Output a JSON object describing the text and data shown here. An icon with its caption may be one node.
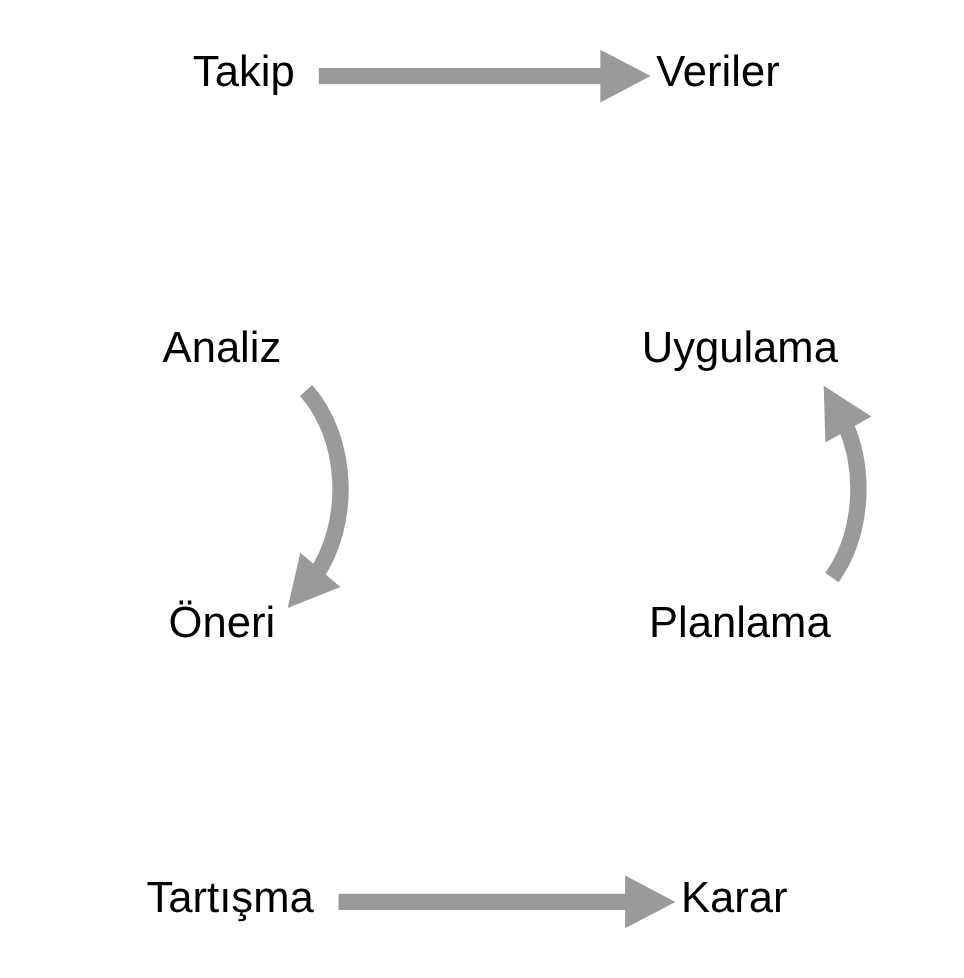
{
  "diagram": {
    "nodes": [
      {
        "text": [
          "Takip"
        ]
      },
      {
        "text": [
          "Veriler"
        ]
      },
      {
        "text": [
          "Uygulama"
        ]
      },
      {
        "text": [
          "Analiz"
        ]
      },
      {
        "text": [
          "Planlama"
        ]
      },
      {
        "text": [
          "Öneri"
        ]
      },
      {
        "text": [
          "Karar"
        ]
      },
      {
        "text": [
          "Tartışma"
        ]
      }
    ],
    "edges": [
      {
        "from": 0,
        "to": 1,
        "arrow": "to"
      },
      {
        "from": 3,
        "to": 5,
        "arrow": "to"
      },
      {
        "from": 7,
        "to": 6,
        "arrow": "to"
      },
      {
        "from": 4,
        "to": 2,
        "arrow": "to"
      }
    ]
  }
}
